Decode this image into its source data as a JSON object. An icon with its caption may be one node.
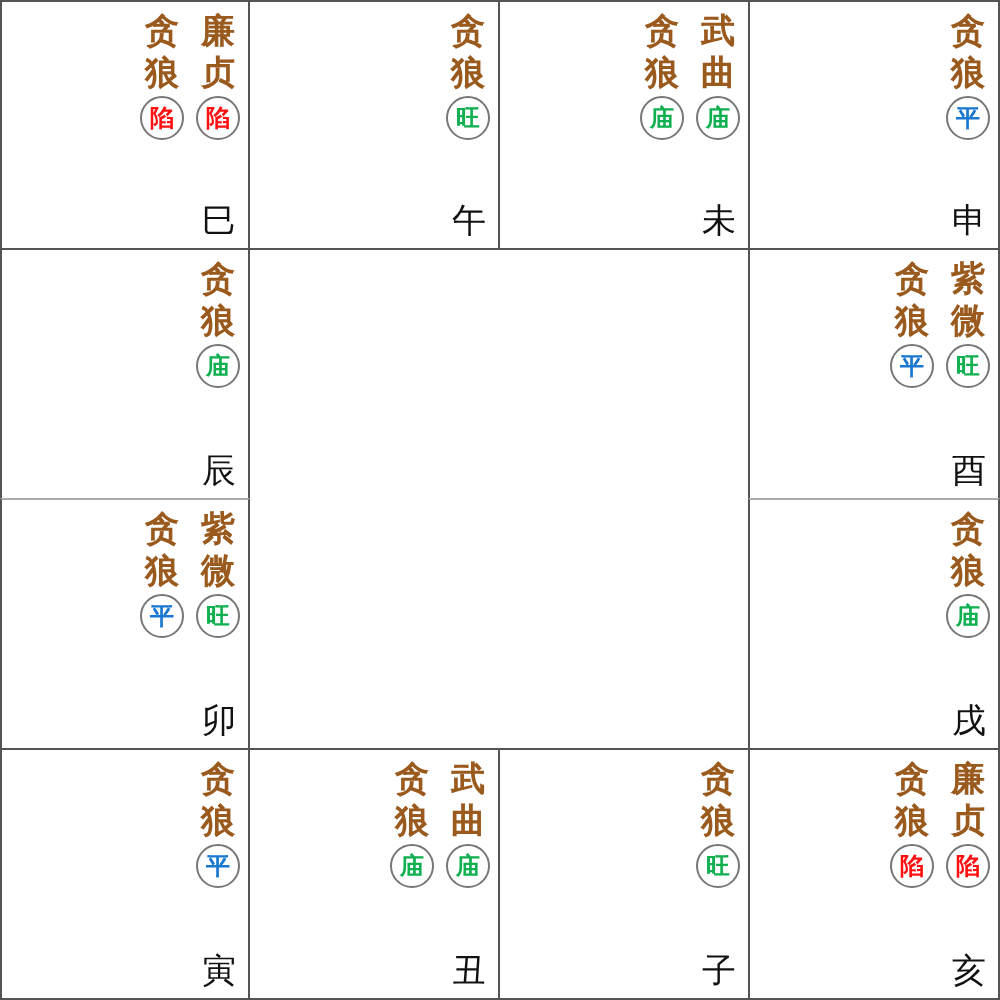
{
  "diagram": {
    "nodes": [
      {
        "text": [
          "贪狼",
          "廉贞",
          "巳"
        ]
      },
      {
        "text": [
          "陷"
        ],
        "in": 0
      },
      {
        "text": [
          "陷"
        ],
        "in": 0
      },
      {
        "text": [
          "贪狼",
          "午"
        ]
      },
      {
        "text": [
          "旺"
        ],
        "in": 3
      },
      {
        "text": [
          "贪狼",
          "武曲",
          "未"
        ]
      },
      {
        "text": [
          "庙"
        ],
        "in": 5
      },
      {
        "text": [
          "庙"
        ],
        "in": 5
      },
      {
        "text": [
          "贪狼",
          "申"
        ]
      },
      {
        "text": [
          "平"
        ],
        "in": 8
      },
      {
        "text": [
          "贪狼",
          "辰"
        ]
      },
      {
        "text": [
          "庙"
        ],
        "in": 10
      },
      {
        "text": [
          "贪狼",
          "紫微",
          "酉"
        ]
      },
      {
        "text": [
          "平"
        ],
        "in": 12
      },
      {
        "text": [
          "旺"
        ],
        "in": 12
      },
      {
        "text": [
          "贪狼",
          "紫微",
          "卯"
        ]
      },
      {
        "text": [
          "平"
        ],
        "in": 15
      },
      {
        "text": [
          "旺"
        ],
        "in": 15
      },
      {
        "text": [
          "贪狼",
          "戌"
        ]
      },
      {
        "text": [
          "庙"
        ],
        "in": 18
      },
      {
        "text": [
          "贪狼",
          "寅"
        ]
      },
      {
        "text": [
          "平"
        ],
        "in": 20
      },
      {
        "text": [
          "贪狼",
          "武曲",
          "丑"
        ]
      },
      {
        "text": [
          "庙"
        ],
        "in": 22
      },
      {
        "text": [
          "庙"
        ],
        "in": 22
      },
      {
        "text": [
          "贪狼",
          "子"
        ]
      },
      {
        "text": [
          "旺"
        ],
        "in": 25
      },
      {
        "text": [
          "贪狼",
          "廉贞",
          "亥"
        ]
      },
      {
        "text": [
          "陷"
        ],
        "in": 27
      },
      {
        "text": [
          "陷"
        ],
        "in": 27
      }
    ]
  }
}
